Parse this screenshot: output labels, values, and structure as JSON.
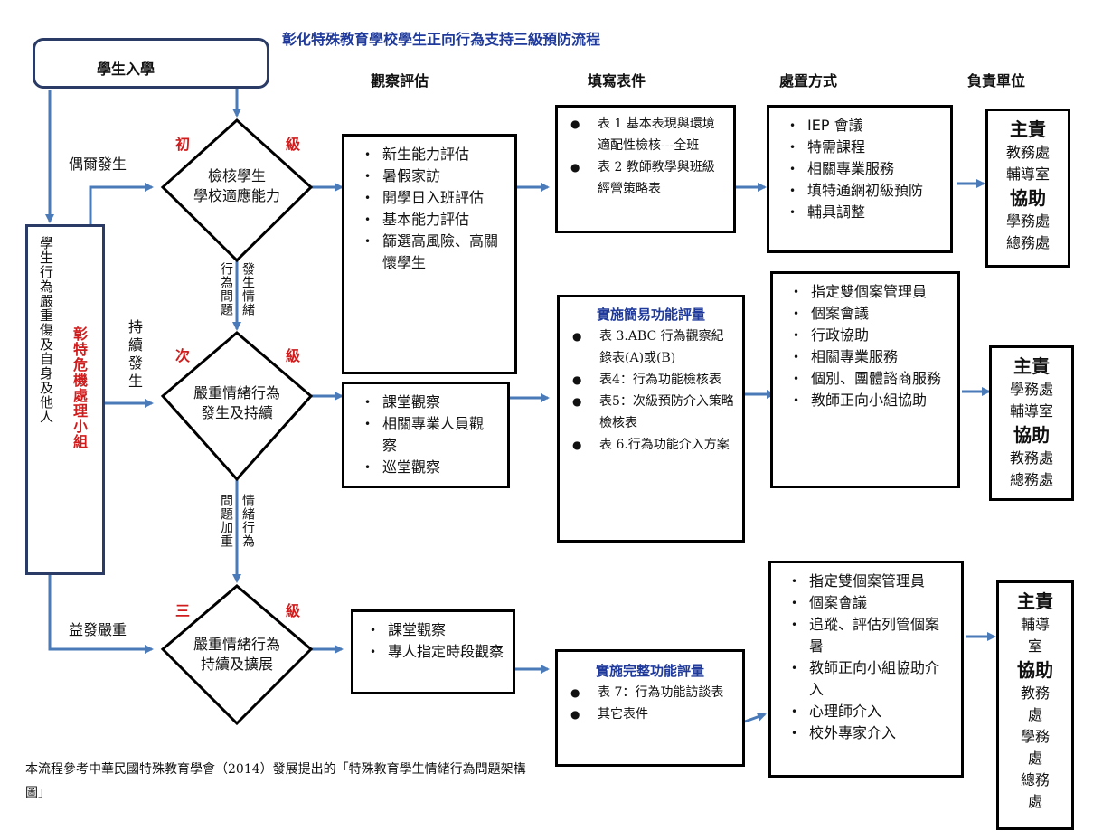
{
  "title": "彰化特殊教育學校學生正向行為支持三級預防流程",
  "start": "學生入學",
  "headers": {
    "observe": "觀察評估",
    "forms": "填寫表件",
    "handle": "處置方式",
    "resp": "負責單位"
  },
  "side_box": {
    "left_text": "學生行為嚴重傷及自身及他人",
    "right_text": "彰特危機處理小組"
  },
  "left_labels": {
    "occasional": "偶爾發生",
    "continuous": "持續發生",
    "worse": "益發嚴重"
  },
  "levels": {
    "l1": {
      "a": "初",
      "b": "級",
      "diamond": [
        "檢核學生",
        "學校適應能力"
      ]
    },
    "l2": {
      "a": "次",
      "b": "級",
      "diamond": [
        "嚴重情緒行為",
        "發生及持續"
      ]
    },
    "l3": {
      "a": "三",
      "b": "級",
      "diamond": [
        "嚴重情緒行為",
        "持續及擴展"
      ]
    }
  },
  "vertical_labels": {
    "v1a": "發生情緒",
    "v1b": "行為問題",
    "v2a": "情緒行為",
    "v2b": "問題加重"
  },
  "observe": {
    "l1": [
      "新生能力評估",
      "暑假家訪",
      "開學日入班評估",
      "基本能力評估",
      "篩選高風險、高關懷學生"
    ],
    "l2": [
      "課堂觀察",
      "相關專業人員觀察",
      "巡堂觀察"
    ],
    "l3": [
      "課堂觀察",
      "專人指定時段觀察"
    ]
  },
  "forms": {
    "l1": {
      "heading": "",
      "items": [
        "表 1 基本表現與環境適配性檢核---全班",
        "表 2 教師教學與班級經營策略表"
      ]
    },
    "l2": {
      "heading": "實施簡易功能評量",
      "items": [
        "表 3.ABC 行為觀察紀錄表(A)或(B)",
        "表4：行為功能檢核表",
        "表5：次級預防介入策略檢核表",
        "表 6.行為功能介入方案"
      ]
    },
    "l3": {
      "heading": "實施完整功能評量",
      "items": [
        "表 7：行為功能訪談表",
        "其它表件"
      ]
    }
  },
  "handle": {
    "l1": [
      "IEP 會議",
      "特需課程",
      "相關專業服務",
      "填特通網初級預防",
      "輔具調整"
    ],
    "l2": [
      "指定雙個案管理員",
      "個案會議",
      "行政協助",
      "相關專業服務",
      "個別、團體諮商服務",
      "教師正向小組協助"
    ],
    "l3": [
      "指定雙個案管理員",
      "個案會議",
      "追蹤、評估列管個案暑",
      "教師正向小組協助介入",
      "心理師介入",
      "校外專家介入"
    ]
  },
  "resp": {
    "l1": {
      "main_label": "主責",
      "main": [
        "教務處",
        "輔導室"
      ],
      "assist_label": "協助",
      "assist": [
        "學務處",
        "總務處"
      ]
    },
    "l2": {
      "main_label": "主責",
      "main": [
        "學務處",
        "輔導室"
      ],
      "assist_label": "協助",
      "assist": [
        "教務處",
        "總務處"
      ]
    },
    "l3": {
      "main_label": "主責",
      "main": [
        "輔導",
        "室"
      ],
      "assist_label": "協助",
      "assist": [
        "教務",
        "處",
        "學務",
        "處",
        "總務",
        "處"
      ]
    }
  },
  "note": "本流程參考中華民國特殊教育學會（2014）發展提出的「特殊教育學生情緒行為問題架構圖」",
  "colors": {
    "arrow": "#4a7ab8",
    "title": "#1f3a9a",
    "level": "#d01c1c"
  }
}
